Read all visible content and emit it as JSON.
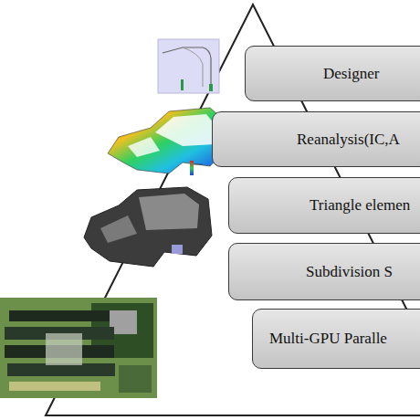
{
  "diagram": {
    "nodes": [
      {
        "text": [
          "Designer"
        ]
      },
      {
        "text": [
          "Reanalysis(IC,A"
        ]
      },
      {
        "text": [
          "Triangle elemen"
        ]
      },
      {
        "text": [
          "Subdivision S"
        ]
      },
      {
        "text": [
          "Multi-GPU Paralle"
        ]
      }
    ]
  }
}
